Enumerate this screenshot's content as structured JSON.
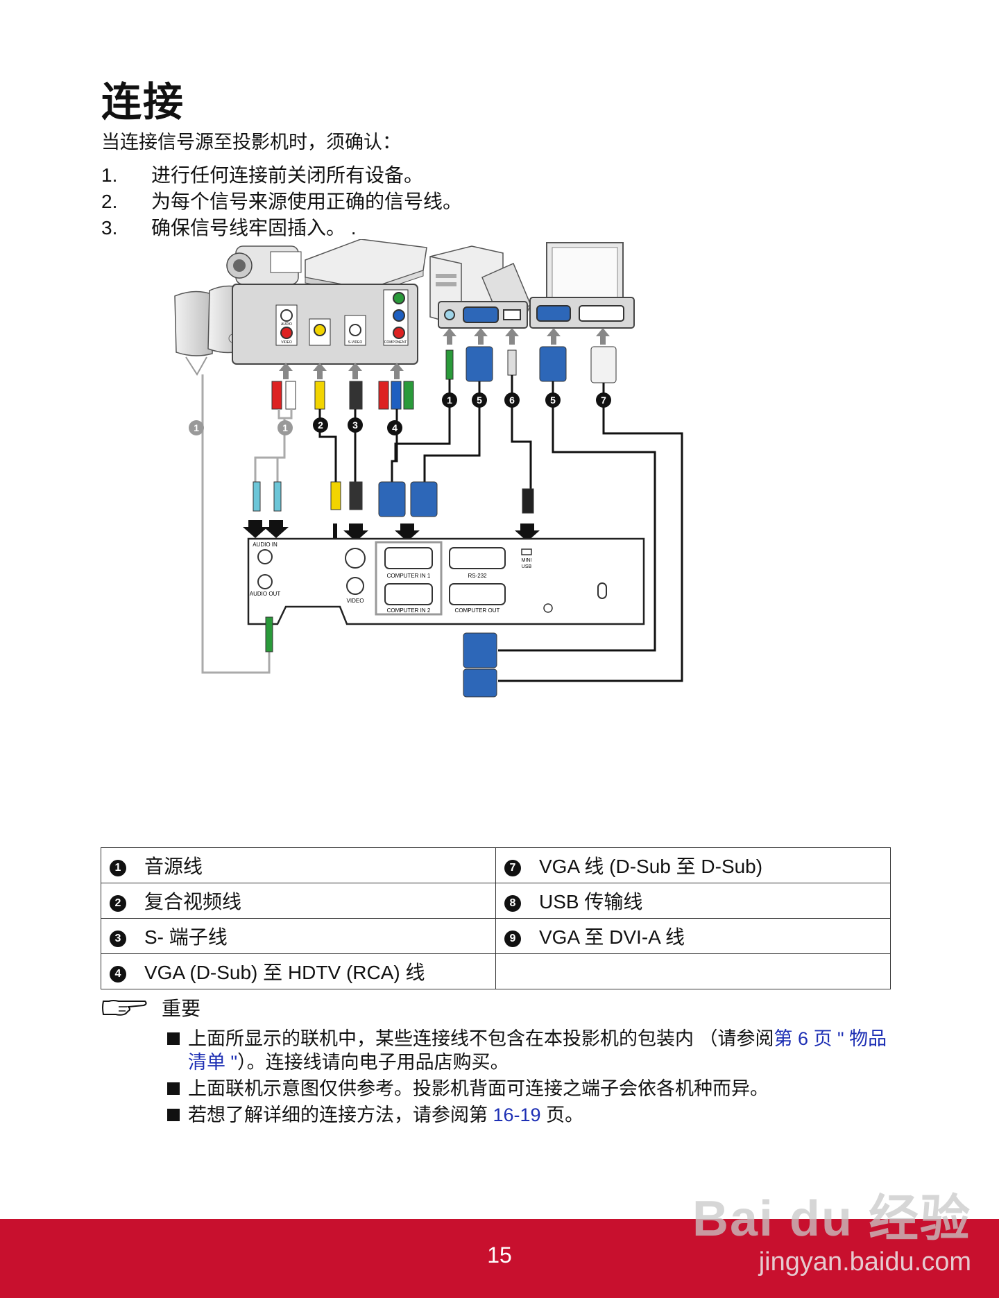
{
  "title": "连接",
  "intro": "当连接信号源至投影机时，须确认：",
  "steps": [
    {
      "num": "1.",
      "text": "进行任何连接前关闭所有设备。"
    },
    {
      "num": "2.",
      "text": "为每个信号来源使用正确的信号线。"
    },
    {
      "num": "3.",
      "text": "确保信号线牢固插入。 ."
    }
  ],
  "diagram": {
    "source_panel_labels": [
      "VIDEO",
      "AUDIO",
      "S-VIDEO",
      "COMPONENT"
    ],
    "port_labels": {
      "audio_in": "AUDIO IN",
      "audio_out": "AUDIO OUT",
      "video": "VIDEO",
      "computer_in_1": "COMPUTER IN 1",
      "computer_in_2": "COMPUTER IN 2",
      "rs232": "RS-232",
      "computer_out": "COMPUTER OUT",
      "mini": "MINI",
      "usb": "USB"
    },
    "callouts": [
      "1",
      "1",
      "2",
      "3",
      "4",
      "1",
      "5",
      "6",
      "5",
      "7"
    ]
  },
  "legend": [
    {
      "left_num": "1",
      "left_text": "音源线",
      "right_num": "7",
      "right_text": "VGA 线 (D-Sub 至 D-Sub)"
    },
    {
      "left_num": "2",
      "left_text": "复合视频线",
      "right_num": "8",
      "right_text": "USB 传输线"
    },
    {
      "left_num": "3",
      "left_text": "S- 端子线",
      "right_num": "9",
      "right_text": "VGA 至 DVI-A 线"
    },
    {
      "left_num": "4",
      "left_text": "VGA (D-Sub) 至 HDTV (RCA) 线",
      "right_num": "",
      "right_text": ""
    }
  ],
  "note": {
    "heading": "重要",
    "item1_a": "上面所显示的联机中，某些连接线不包含在本投影机的包装内 （请参阅",
    "item1_link": "第 6 页 \" 物品清单 \"",
    "item1_b": "）。连接线请向电子用品店购买。",
    "item2": "上面联机示意图仅供参考。投影机背面可连接之端子会依各机种而异。",
    "item3_a": "若想了解详细的连接方法，请参阅第 ",
    "item3_link": "16-19",
    "item3_b": " 页。"
  },
  "footer": {
    "page": "15",
    "watermark_logo": "Bai du 经验",
    "watermark_url": "jingyan.baidu.com"
  }
}
